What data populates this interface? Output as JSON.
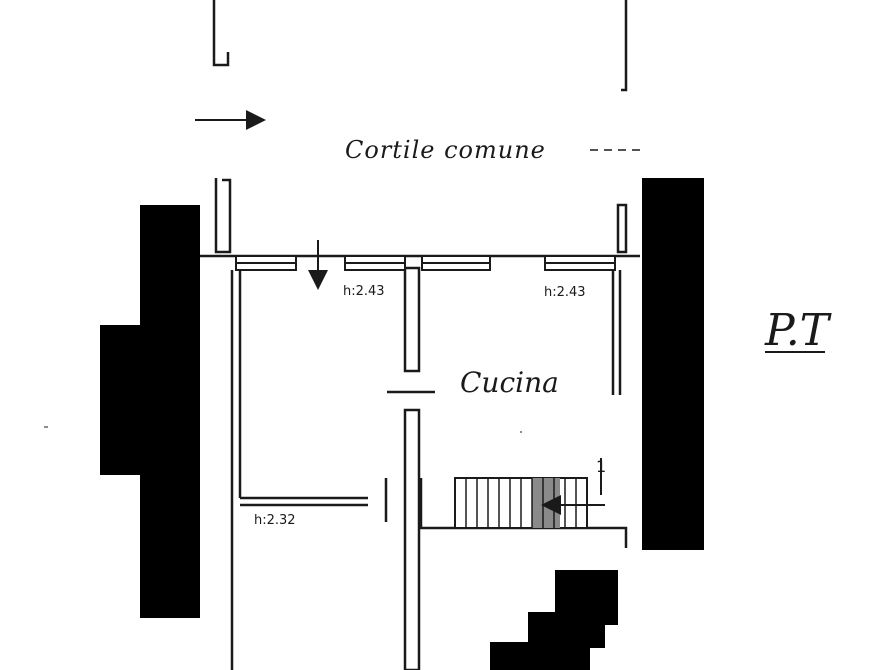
{
  "diagram": {
    "labels": {
      "courtyard": "Cortile comune",
      "kitchen": "Cucina",
      "height_left": "h:2.43",
      "height_right": "h:2.43",
      "height_lower": "h:2.32",
      "floor": "P.T",
      "stair_number": "1"
    },
    "colors": {
      "ink": "#1a1a1a",
      "wall_fill": "#000000",
      "stair_shade": "#8a8a8a",
      "paper": "#ffffff"
    }
  }
}
